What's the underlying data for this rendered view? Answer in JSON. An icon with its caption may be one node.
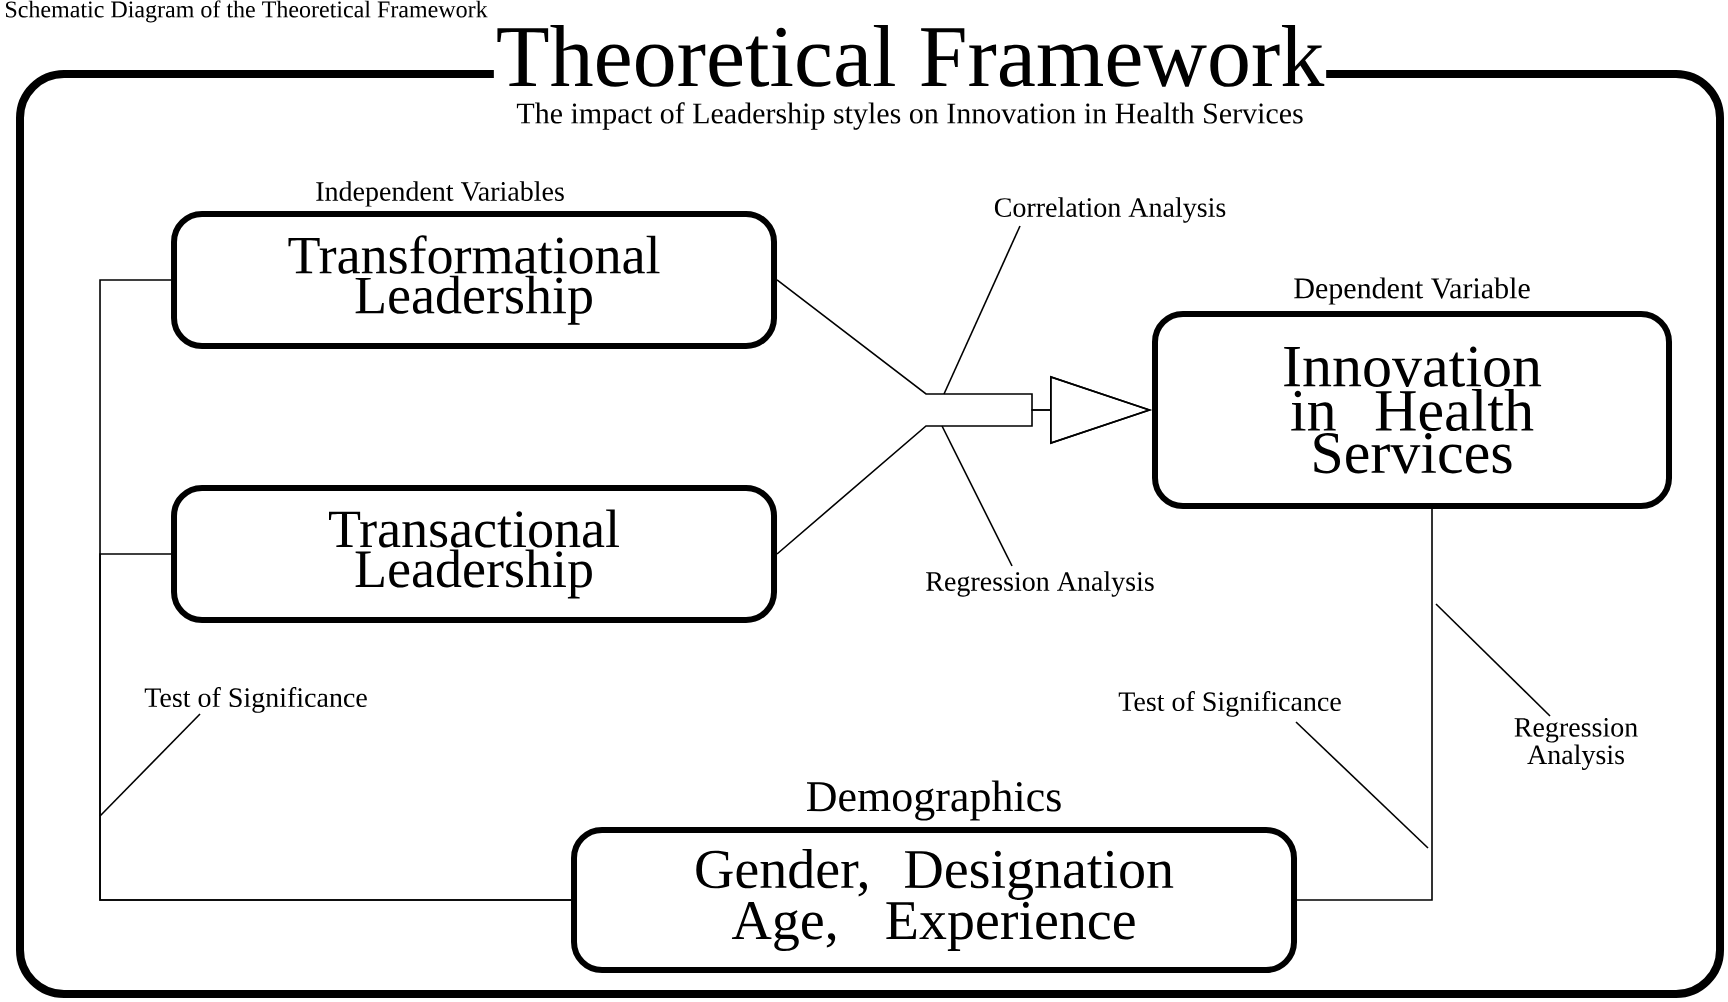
{
  "diagram": {
    "title": "Theoretical Framework",
    "caption": "Schematic Diagram of the Theoretical Framework",
    "nodes": [
      {
        "text": [
          "The impact of Leadership styles on Innovation in Health Services"
        ]
      },
      {
        "text": [
          "Transformational Leadership"
        ],
        "beside": [
          "Independent Variables"
        ],
        "in": 0
      },
      {
        "text": [
          "Transactional Leadership"
        ],
        "in": 0
      },
      {
        "text": [
          "Dependent Variable",
          "Innovation in Health Services"
        ],
        "in": 0
      },
      {
        "text": [
          "Demographics",
          "Gender, Designation Age, Experience"
        ],
        "in": 0
      },
      {
        "text": [
          "Correlation Analysis"
        ],
        "in": 0
      },
      {
        "text": [
          "Regression Analysis"
        ],
        "in": 0
      },
      {
        "text": [
          "Test of Significance"
        ],
        "in": 0
      },
      {
        "text": [
          "Test of Significance"
        ],
        "in": 0
      },
      {
        "text": [
          "Regression Analysis"
        ],
        "in": 0
      }
    ],
    "edges": [
      {
        "from": 1,
        "to": 3,
        "arrow": "to"
      },
      {
        "from": 2,
        "to": 3,
        "arrow": "to"
      },
      {
        "from": 1,
        "to": 4,
        "arrow": "none"
      },
      {
        "from": 2,
        "to": 4,
        "arrow": "none"
      },
      {
        "from": 3,
        "to": 4,
        "arrow": "none"
      },
      {
        "from": 5,
        "to": null,
        "arrow": "none"
      },
      {
        "from": 6,
        "to": null,
        "arrow": "none"
      },
      {
        "from": 7,
        "to": null,
        "arrow": "none"
      },
      {
        "from": 8,
        "to": null,
        "arrow": "none"
      },
      {
        "from": 9,
        "to": null,
        "arrow": "none"
      }
    ]
  }
}
